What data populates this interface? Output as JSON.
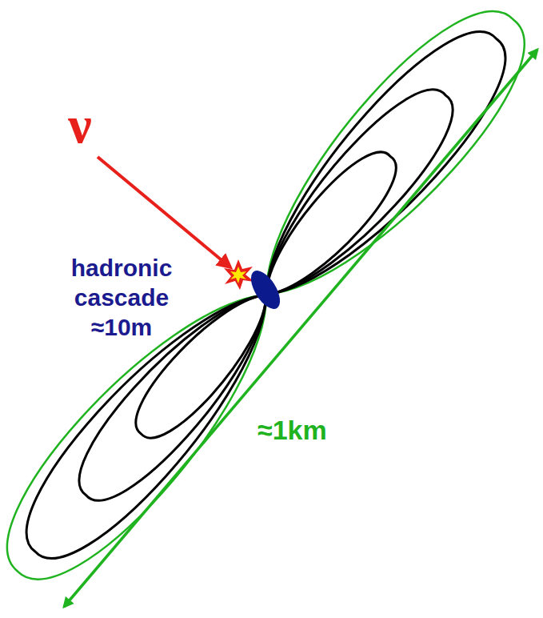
{
  "diagram": {
    "labels": [
      "ν",
      "hadronic cascade",
      "≈10m",
      "≈1km"
    ]
  }
}
